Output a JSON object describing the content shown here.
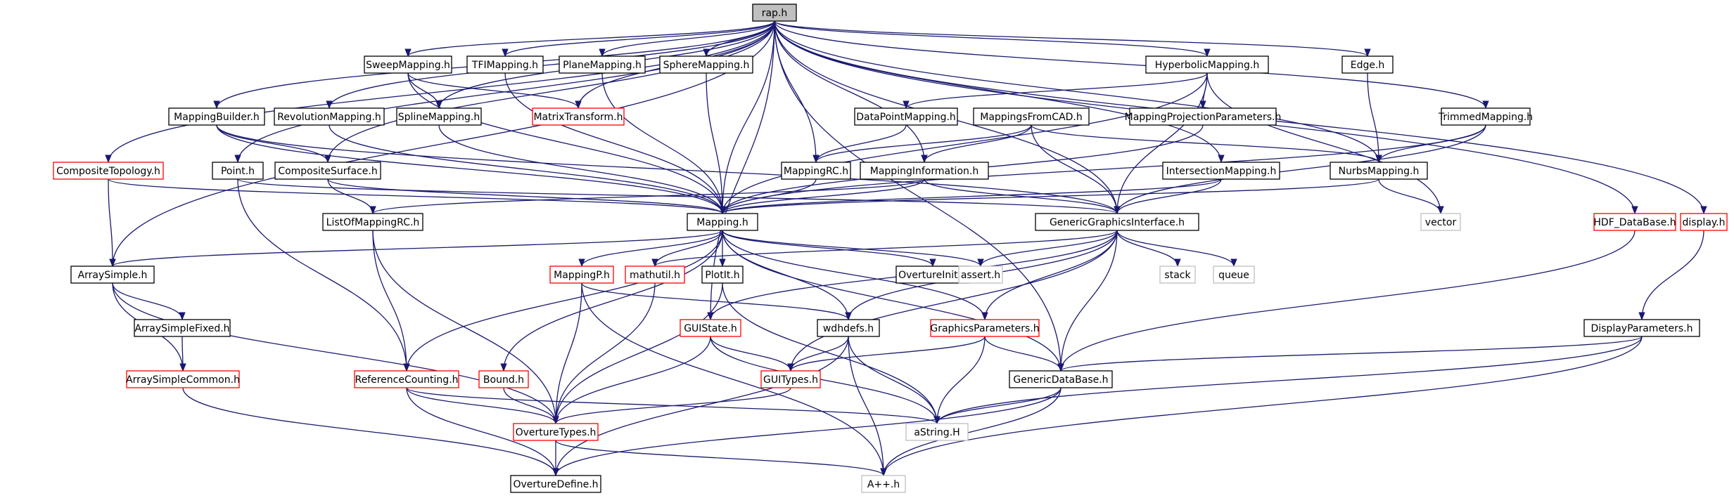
{
  "nodes": {
    "rap": {
      "label": "rap.h",
      "style": "root"
    },
    "sweep": {
      "label": "SweepMapping.h",
      "style": "black"
    },
    "tfi": {
      "label": "TFIMapping.h",
      "style": "black"
    },
    "plane": {
      "label": "PlaneMapping.h",
      "style": "black"
    },
    "sphere": {
      "label": "SphereMapping.h",
      "style": "black"
    },
    "hyper": {
      "label": "HyperbolicMapping.h",
      "style": "black"
    },
    "edge": {
      "label": "Edge.h",
      "style": "black"
    },
    "mbuilder": {
      "label": "MappingBuilder.h",
      "style": "black"
    },
    "revol": {
      "label": "RevolutionMapping.h",
      "style": "black"
    },
    "spline": {
      "label": "SplineMapping.h",
      "style": "black"
    },
    "mattrans": {
      "label": "MatrixTransform.h",
      "style": "red"
    },
    "dpm": {
      "label": "DataPointMapping.h",
      "style": "black"
    },
    "mcad": {
      "label": "MappingsFromCAD.h",
      "style": "black"
    },
    "mpp": {
      "label": "MappingProjectionParameters.h",
      "style": "black"
    },
    "trimmed": {
      "label": "TrimmedMapping.h",
      "style": "black"
    },
    "comptopo": {
      "label": "CompositeTopology.h",
      "style": "red"
    },
    "point": {
      "label": "Point.h",
      "style": "black"
    },
    "compsurf": {
      "label": "CompositeSurface.h",
      "style": "black"
    },
    "mrc": {
      "label": "MappingRC.h",
      "style": "black"
    },
    "minfo": {
      "label": "MappingInformation.h",
      "style": "black"
    },
    "inters": {
      "label": "IntersectionMapping.h",
      "style": "black"
    },
    "nurbs": {
      "label": "NurbsMapping.h",
      "style": "black"
    },
    "listmrc": {
      "label": "ListOfMappingRC.h",
      "style": "black"
    },
    "mapping": {
      "label": "Mapping.h",
      "style": "black"
    },
    "ggi": {
      "label": "GenericGraphicsInterface.h",
      "style": "black"
    },
    "vector": {
      "label": "vector",
      "style": "gray"
    },
    "hdf": {
      "label": "HDF_DataBase.h",
      "style": "red"
    },
    "display": {
      "label": "display.h",
      "style": "red"
    },
    "asimple": {
      "label": "ArraySimple.h",
      "style": "black"
    },
    "mappingp": {
      "label": "MappingP.h",
      "style": "red"
    },
    "mathutil": {
      "label": "mathutil.h",
      "style": "red"
    },
    "plotit": {
      "label": "PlotIt.h",
      "style": "black"
    },
    "ovinit": {
      "label": "OvertureInit.h",
      "style": "black"
    },
    "assert": {
      "label": "assert.h",
      "style": "gray"
    },
    "stack": {
      "label": "stack",
      "style": "gray"
    },
    "queue": {
      "label": "queue",
      "style": "gray"
    },
    "asfixed": {
      "label": "ArraySimpleFixed.h",
      "style": "black"
    },
    "guistate": {
      "label": "GUIState.h",
      "style": "red"
    },
    "wdh": {
      "label": "wdhdefs.h",
      "style": "black"
    },
    "gparams": {
      "label": "GraphicsParameters.h",
      "style": "red"
    },
    "dparams": {
      "label": "DisplayParameters.h",
      "style": "black"
    },
    "ascommon": {
      "label": "ArraySimpleCommon.h",
      "style": "red"
    },
    "refcount": {
      "label": "ReferenceCounting.h",
      "style": "red"
    },
    "bound": {
      "label": "Bound.h",
      "style": "red"
    },
    "guitypes": {
      "label": "GUITypes.h",
      "style": "red"
    },
    "gdb": {
      "label": "GenericDataBase.h",
      "style": "black"
    },
    "otypes": {
      "label": "OvertureTypes.h",
      "style": "red"
    },
    "astring": {
      "label": "aString.H",
      "style": "gray"
    },
    "odefine": {
      "label": "OvertureDefine.h",
      "style": "black"
    },
    "app": {
      "label": "A++.h",
      "style": "gray"
    }
  },
  "edges": [
    [
      "rap",
      "sweep"
    ],
    [
      "rap",
      "tfi"
    ],
    [
      "rap",
      "plane"
    ],
    [
      "rap",
      "sphere"
    ],
    [
      "rap",
      "hyper"
    ],
    [
      "rap",
      "edge"
    ],
    [
      "rap",
      "mbuilder"
    ],
    [
      "rap",
      "revol"
    ],
    [
      "rap",
      "spline"
    ],
    [
      "rap",
      "trimmed"
    ],
    [
      "rap",
      "comptopo"
    ],
    [
      "rap",
      "point"
    ],
    [
      "rap",
      "compsurf"
    ],
    [
      "rap",
      "mrc"
    ],
    [
      "rap",
      "minfo"
    ],
    [
      "rap",
      "inters"
    ],
    [
      "rap",
      "nurbs"
    ],
    [
      "rap",
      "mapping"
    ],
    [
      "rap",
      "ggi"
    ],
    [
      "rap",
      "hdf"
    ],
    [
      "rap",
      "display"
    ],
    [
      "rap",
      "asimple"
    ],
    [
      "rap",
      "guistate"
    ],
    [
      "rap",
      "gdb"
    ],
    [
      "rap",
      "mattrans"
    ],
    [
      "sweep",
      "spline"
    ],
    [
      "sweep",
      "mattrans"
    ],
    [
      "sweep",
      "mapping"
    ],
    [
      "tfi",
      "mapping"
    ],
    [
      "plane",
      "mapping"
    ],
    [
      "sphere",
      "mapping"
    ],
    [
      "hyper",
      "dpm"
    ],
    [
      "hyper",
      "mpp"
    ],
    [
      "hyper",
      "mapping"
    ],
    [
      "hyper",
      "ggi"
    ],
    [
      "hyper",
      "vector"
    ],
    [
      "edge",
      "nurbs"
    ],
    [
      "mbuilder",
      "compsurf"
    ],
    [
      "mbuilder",
      "mapping"
    ],
    [
      "mbuilder",
      "ggi"
    ],
    [
      "revol",
      "mapping"
    ],
    [
      "spline",
      "mapping"
    ],
    [
      "dpm",
      "mrc"
    ],
    [
      "mcad",
      "mrc"
    ],
    [
      "mcad",
      "minfo"
    ],
    [
      "mcad",
      "nurbs"
    ],
    [
      "mcad",
      "ggi"
    ],
    [
      "mpp",
      "mapping"
    ],
    [
      "trimmed",
      "nurbs"
    ],
    [
      "trimmed",
      "mapping"
    ],
    [
      "trimmed",
      "ggi"
    ],
    [
      "comptopo",
      "asimple"
    ],
    [
      "comptopo",
      "mapping"
    ],
    [
      "point",
      "refcount"
    ],
    [
      "point",
      "ggi"
    ],
    [
      "compsurf",
      "listmrc"
    ],
    [
      "compsurf",
      "mapping"
    ],
    [
      "mrc",
      "mapping"
    ],
    [
      "minfo",
      "mapping"
    ],
    [
      "minfo",
      "ggi"
    ],
    [
      "minfo",
      "listmrc"
    ],
    [
      "inters",
      "mapping"
    ],
    [
      "inters",
      "ggi"
    ],
    [
      "nurbs",
      "mapping"
    ],
    [
      "nurbs",
      "vector"
    ],
    [
      "listmrc",
      "refcount"
    ],
    [
      "listmrc",
      "otypes"
    ],
    [
      "mapping",
      "asimple"
    ],
    [
      "mapping",
      "mappingp"
    ],
    [
      "mapping",
      "mathutil"
    ],
    [
      "mapping",
      "plotit"
    ],
    [
      "mapping",
      "ovinit"
    ],
    [
      "mapping",
      "assert"
    ],
    [
      "mapping",
      "refcount"
    ],
    [
      "mapping",
      "bound"
    ],
    [
      "mapping",
      "wdh"
    ],
    [
      "mapping",
      "gdb"
    ],
    [
      "mapping",
      "gparams"
    ],
    [
      "ggi",
      "mathutil"
    ],
    [
      "ggi",
      "assert"
    ],
    [
      "ggi",
      "stack"
    ],
    [
      "ggi",
      "queue"
    ],
    [
      "ggi",
      "guistate"
    ],
    [
      "ggi",
      "wdh"
    ],
    [
      "ggi",
      "gparams"
    ],
    [
      "ggi",
      "guitypes"
    ],
    [
      "ggi",
      "gdb"
    ],
    [
      "hdf",
      "gdb"
    ],
    [
      "display",
      "dparams"
    ],
    [
      "dparams",
      "gdb"
    ],
    [
      "dparams",
      "astring"
    ],
    [
      "dparams",
      "app"
    ],
    [
      "asimple",
      "asfixed"
    ],
    [
      "asimple",
      "ascommon"
    ],
    [
      "asimple",
      "otypes"
    ],
    [
      "asfixed",
      "ascommon"
    ],
    [
      "ascommon",
      "odefine"
    ],
    [
      "mappingp",
      "otypes"
    ],
    [
      "mappingp",
      "wdh"
    ],
    [
      "mappingp",
      "app"
    ],
    [
      "mathutil",
      "otypes"
    ],
    [
      "plotit",
      "otypes"
    ],
    [
      "plotit",
      "astring"
    ],
    [
      "guistate",
      "guitypes"
    ],
    [
      "guistate",
      "otypes"
    ],
    [
      "guistate",
      "astring"
    ],
    [
      "wdh",
      "guitypes"
    ],
    [
      "wdh",
      "astring"
    ],
    [
      "wdh",
      "app"
    ],
    [
      "wdh",
      "odefine"
    ],
    [
      "gparams",
      "guitypes"
    ],
    [
      "gparams",
      "gdb"
    ],
    [
      "gparams",
      "astring"
    ],
    [
      "refcount",
      "otypes"
    ],
    [
      "refcount",
      "odefine"
    ],
    [
      "refcount",
      "astring"
    ],
    [
      "bound",
      "otypes"
    ],
    [
      "guitypes",
      "otypes"
    ],
    [
      "gdb",
      "astring"
    ],
    [
      "gdb",
      "odefine"
    ],
    [
      "gdb",
      "app"
    ],
    [
      "otypes",
      "odefine"
    ],
    [
      "otypes",
      "app"
    ]
  ],
  "colors": {
    "edge": "#191970",
    "root_fill": "#bfbfbf",
    "black_border": "#000000",
    "red_border": "#ff0000",
    "gray_border": "#bfbfbf",
    "node_fill": "#ffffff"
  }
}
